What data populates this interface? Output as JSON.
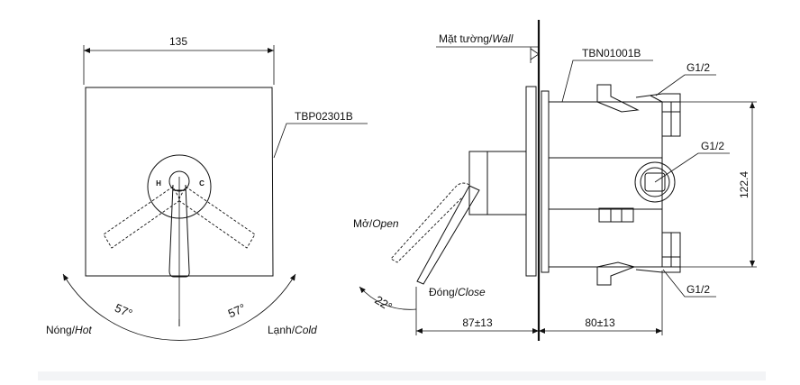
{
  "front_view": {
    "width_dim": "135",
    "model_label": "TBP02301B",
    "hot_mark": "H",
    "cold_mark": "C",
    "angle_left": "57°",
    "angle_right": "57°",
    "hot_label": "Nóng/",
    "hot_label_en": "Hot",
    "cold_label": "Lạnh/",
    "cold_label_en": "Cold"
  },
  "side_view": {
    "wall_label": "Mặt tường/",
    "wall_label_en": "Wall",
    "body_label": "TBN01001B",
    "thread_top": "G1/2",
    "thread_middle": "G1/2",
    "thread_bottom": "G1/2",
    "height_dim": "122.4",
    "open_label": "Mở/",
    "open_label_en": "Open",
    "close_label": "Đóng/",
    "close_label_en": "Close",
    "angle_open": "22°",
    "depth_front": "87±13",
    "depth_back": "80±13"
  }
}
